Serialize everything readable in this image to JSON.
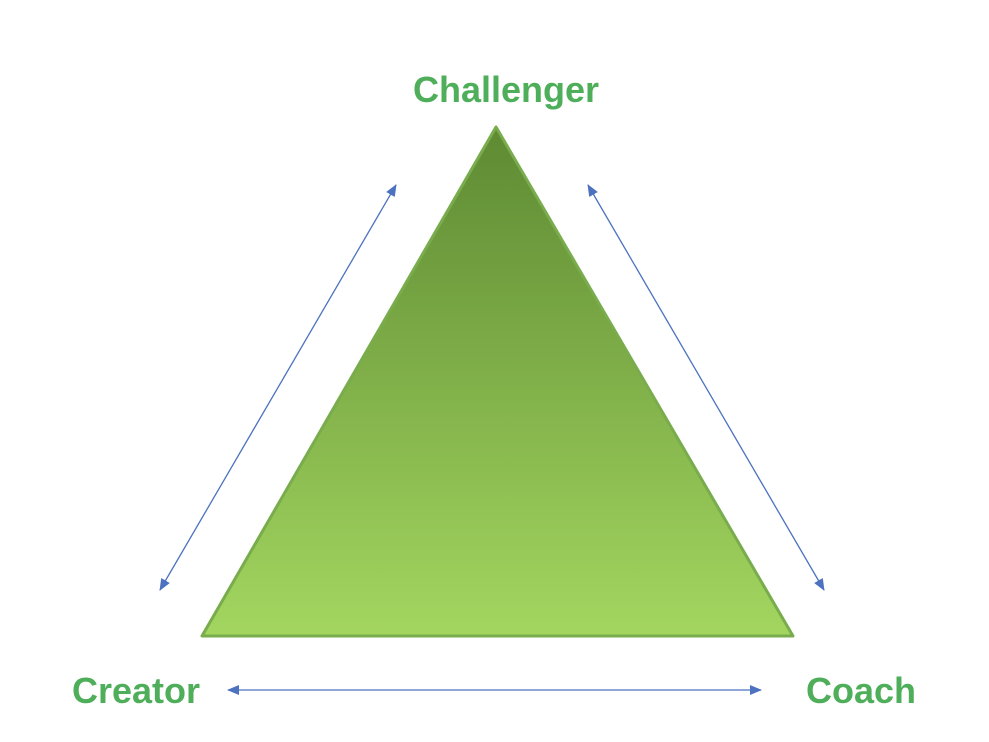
{
  "diagram": {
    "labels": {
      "top": "Challenger",
      "bottom_left": "Creator",
      "bottom_right": "Coach"
    },
    "colors": {
      "label_text": "#4fae5a",
      "triangle_top": "#5e8a33",
      "triangle_bottom": "#a3d660",
      "triangle_border": "#79ac4c",
      "arrow": "#4c72c0"
    }
  }
}
